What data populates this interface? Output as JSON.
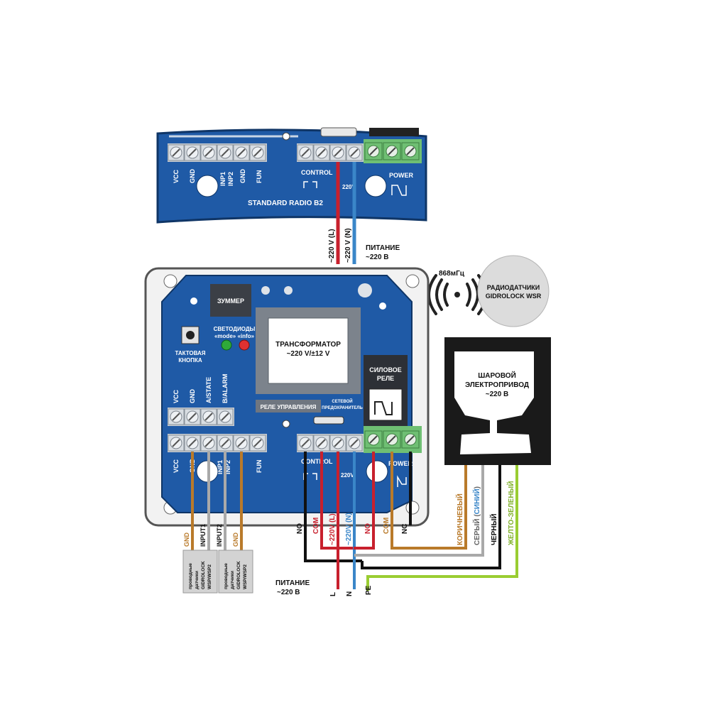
{
  "top_board": {
    "terminal_labels": [
      "VCC",
      "GND",
      "INP1",
      "INP2",
      "GND",
      "FUN"
    ],
    "control_label": "CONTROL",
    "v220_label": "220V",
    "power_label": "POWER",
    "name": "STANDARD RADIO B2"
  },
  "top_wires": {
    "live": "~220 V (L)",
    "neutral": "~220 V (N)",
    "supply_line1": "ПИТАНИЕ",
    "supply_line2": "~220 В"
  },
  "radio": {
    "freq": "868мГц",
    "sensor_line1": "РАДИОДАТЧИКИ",
    "sensor_line2": "GIDROLOCK WSR"
  },
  "main_board": {
    "buzzer": "ЗУММЕР",
    "leds_line1": "СВЕТОДИОДЫ",
    "leds_line2": "«mode» «info»",
    "button_line1": "ТАКТОВАЯ",
    "button_line2": "КНОПКА",
    "transformer_line1": "ТРАНСФОРМАТОР",
    "transformer_line2": "~220 V/±12 V",
    "power_relay_line1": "СИЛОВОЕ",
    "power_relay_line2": "РЕЛЕ",
    "control_relay": "РЕЛЕ УПРАВЛЕНИЯ",
    "fuse_line1": "СЕТЕВОЙ",
    "fuse_line2": "ПРЕДОХРАНИТЕЛЬ",
    "upper_labels": [
      "VCC",
      "GND",
      "A/STATE",
      "B/ALARM"
    ],
    "lower_labels": [
      "VCC",
      "GND",
      "INP1",
      "INP2",
      "FUN"
    ],
    "control_label": "CONTROL",
    "v220_label": "220V",
    "power_label": "POWER"
  },
  "actuator": {
    "line1": "ШАРОВОЙ",
    "line2": "ЭЛЕКТРОПРИВОД",
    "line3": "~220 В"
  },
  "wires": {
    "no_left": "NO",
    "com_left": "COM",
    "live": "~220V (L)",
    "neutral": "~220V (N)",
    "no_right": "NO",
    "com_right": "COM",
    "nc": "NC",
    "brown": "КОРИЧНЕВЫЙ",
    "gray_prefix": "СЕРЫЙ (",
    "gray_blue": "СИНИЙ",
    "gray_suffix": ")",
    "black": "ЧЕРНЫЙ",
    "yellow_green": "ЖЕЛТО-ЗЕЛЕНЫЙ",
    "gnd1": "GND",
    "input1": "INPUT1",
    "input2": "INPUT2",
    "gnd2": "GND",
    "sensor_line1": "проводные",
    "sensor_line2": "датчики",
    "sensor_line3": "GIDROLOCK",
    "sensor_line4": "WSP/WSP2",
    "supply_line1": "ПИТАНИЕ",
    "supply_line2": "~220 В",
    "l": "L",
    "n": "N",
    "pe": "PE"
  },
  "colors": {
    "board_blue": "#1f5aa6",
    "wire_red": "#c8202d",
    "wire_blue": "#3a86c8",
    "wire_brown": "#b97a2a",
    "wire_gray": "#a9a9a9",
    "wire_yellow_green": "#9acd32"
  }
}
